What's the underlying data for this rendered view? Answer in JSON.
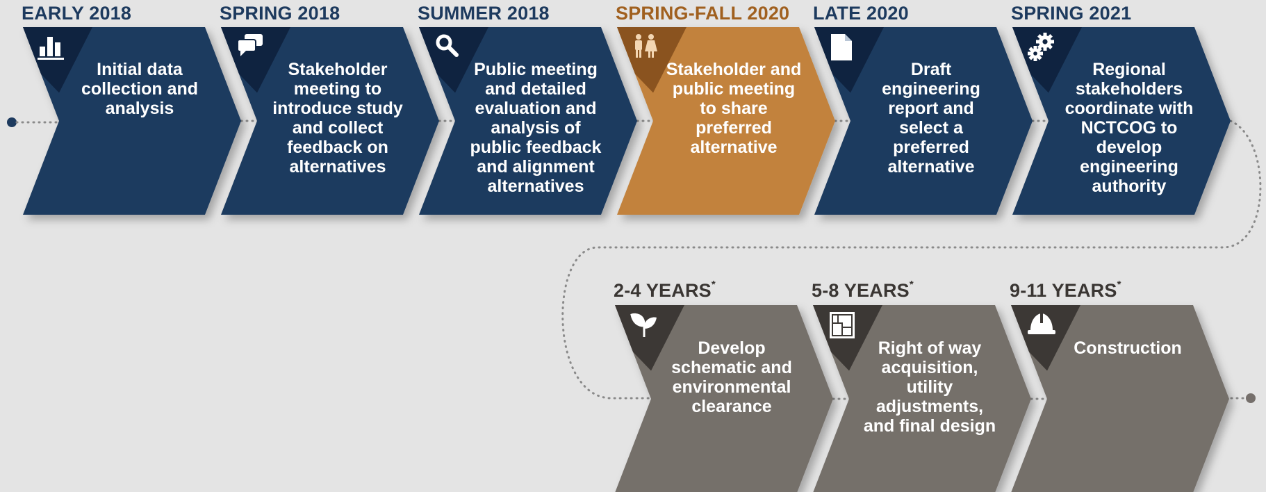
{
  "colors": {
    "navy": "#1d3a5e",
    "navy_dark": "#0f2340",
    "orange": "#c2823c",
    "orange_dark": "#8a531f",
    "gray": "#756f6b",
    "gray_dark": "#3c3835",
    "label_navy": "#1d3a5e",
    "label_orange": "#a0601f",
    "label_gray": "#3a3633",
    "connector": "#8a8a8a",
    "background": "#e4e4e4"
  },
  "steps": [
    {
      "id": "early-2018",
      "label": "EARLY 2018",
      "text": "Initial data collection and analysis",
      "icon": "bar-chart-icon",
      "status": "completed"
    },
    {
      "id": "spring-2018",
      "label": "SPRING 2018",
      "text": "Stakeholder meeting to introduce study and collect feedback on alternatives",
      "icon": "chat-bubbles-icon",
      "status": "completed"
    },
    {
      "id": "summer-2018",
      "label": "SUMMER 2018",
      "text": "Public meeting and detailed evaluation and analysis of public feedback and alignment alternatives",
      "icon": "magnifier-icon",
      "status": "completed"
    },
    {
      "id": "spring-fall-2020",
      "label": "SPRING-FALL 2020",
      "text": "Stakeholder and public meeting to share preferred alternative",
      "icon": "people-icon",
      "status": "current"
    },
    {
      "id": "late-2020",
      "label": "LATE 2020",
      "text": "Draft engineering report and select a preferred alternative",
      "icon": "document-icon",
      "status": "completed"
    },
    {
      "id": "spring-2021",
      "label": "SPRING 2021",
      "text": "Regional stakeholders coordinate with NCTCOG to develop engineering authority",
      "icon": "gears-icon",
      "status": "completed"
    },
    {
      "id": "years-2-4",
      "label": "2-4 YEARS",
      "asterisk": "*",
      "text": "Develop schematic and environmental clearance",
      "icon": "leaf-icon",
      "status": "future"
    },
    {
      "id": "years-5-8",
      "label": "5-8 YEARS",
      "asterisk": "*",
      "text": "Right of way acquisition, utility adjustments, and final design",
      "icon": "blueprint-icon",
      "status": "future"
    },
    {
      "id": "years-9-11",
      "label": "9-11 YEARS",
      "asterisk": "*",
      "text": "Construction",
      "icon": "hard-hat-icon",
      "status": "future"
    }
  ]
}
